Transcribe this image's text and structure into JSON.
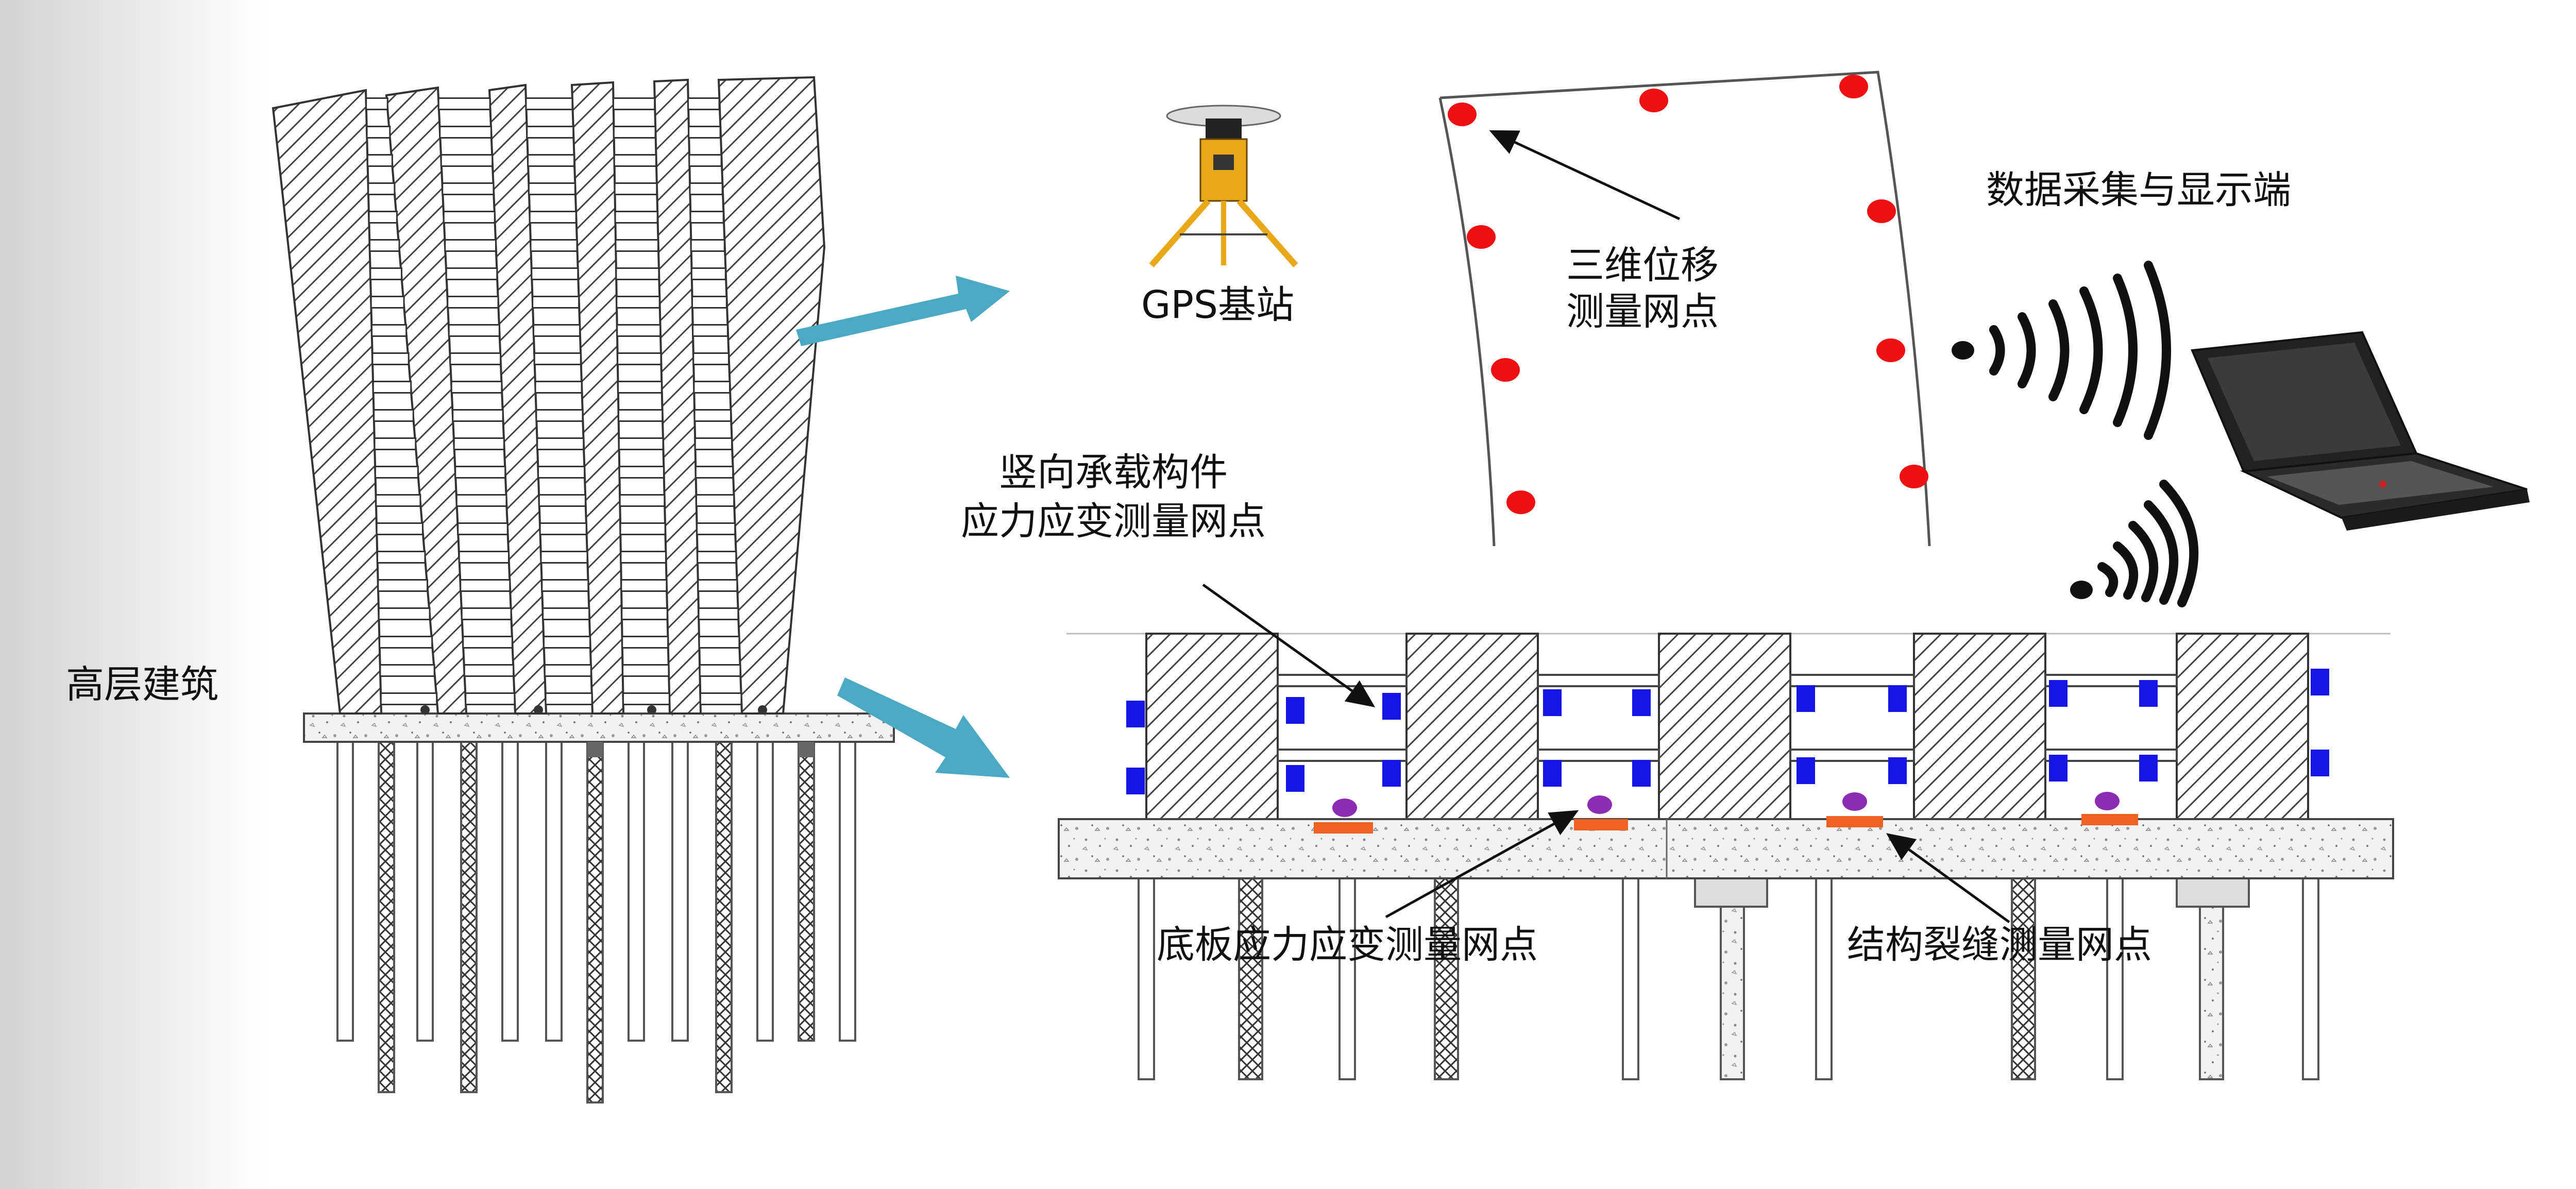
{
  "labels": {
    "building": "高层建筑",
    "gps": "GPS基站",
    "displacement_line1": "三维位移",
    "displacement_line2": "测量网点",
    "collector": "数据采集与显示端",
    "vertical_line1": "竖向承载构件",
    "vertical_line2": "应力应变测量网点",
    "slab": "底板应力应变测量网点",
    "crack": "结构裂缝测量网点"
  },
  "colors": {
    "arrow": "#4BA9C4",
    "point": "#EE1111",
    "strain_gauge": "#1515E6",
    "crack_gauge": "#F06020",
    "slab_marker": "#8E2BB5",
    "tripod": "#E8A818",
    "signal": "#111111"
  },
  "icons": [
    "gps-receiver-icon",
    "laptop-icon",
    "wireless-signal-icon"
  ]
}
